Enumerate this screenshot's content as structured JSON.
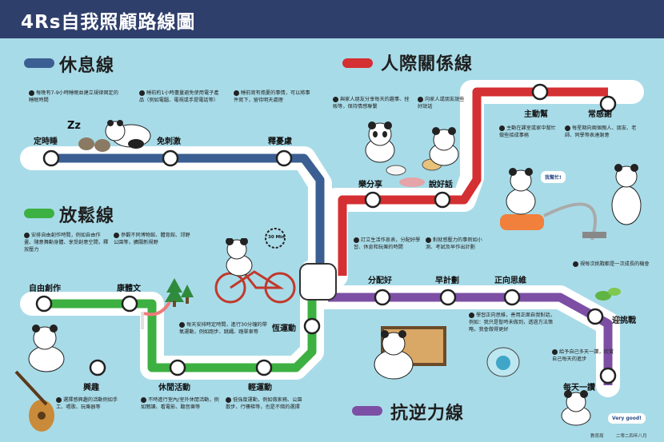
{
  "title": "4Rs自我照顧路線圖",
  "colors": {
    "rest": "#3b5f92",
    "relax": "#3db042",
    "relation": "#d42f32",
    "resilience": "#7c4fa4",
    "bg": "#a8dbe8",
    "header": "#2f3f6b"
  },
  "lines": {
    "rest": {
      "title": "休息線",
      "stations": [
        "定時睡",
        "免刺激",
        "釋憂慮"
      ],
      "notes": [
        "每晚有7-9小時睡眠並建立規律固定的睡眠時間",
        "睡前約1小時盡量避免使用電子產品（例如電腦、電視或手提電話等）",
        "睡前寫有擔憂的事情，可以將事件寫下，留待明天處理"
      ]
    },
    "relax": {
      "title": "放鬆線",
      "stations": [
        "自由創作",
        "康體文",
        "恆運動",
        "興趣",
        "休閒活動",
        "輕運動"
      ],
      "notes": [
        "安排自由創作時間，例如自由作畫、隨意舞動身體、享受創意空間，釋放壓力",
        "參觀不同博物館、體育館、郊野公園等，擴闊新視野",
        "每天安排時定時間，進行30分鐘的帶氧運動，例如跑步、跳繩、踏單車等",
        "選擇感興趣的活動例如手工、唱歌、玩樂器等",
        "不時進行室內/室外休閒活動，例如閱讀、看電影、聽音樂等",
        "低強度運動，例如做家務、公園散步、行樓梯等，也是不錯的選擇"
      ]
    },
    "relation": {
      "title": "人際關係線",
      "stations": [
        "主動幫",
        "常感謝",
        "樂分享",
        "說好話"
      ],
      "notes": [
        "與家人朋友分享每天的趣事、挫販等，保持情感聯繫",
        "向家人或朋友說些好說話",
        "主動在課室或家中幫忙做些接成事務",
        "每星期向兩個親人、朋友、老師、同學等表達謝意"
      ]
    },
    "resilience": {
      "title": "抗逆力線",
      "stations": [
        "分配好",
        "早計劃",
        "正向思維",
        "迎挑戰",
        "每天一讚"
      ],
      "notes": [
        "訂立生活作息表，分配好學習、休息和玩樂的時間",
        "對就感壓力的事例如小測、考試及早作出計劃",
        "學習正向思維，善用正面自我對話，例如：我只是暫時未做到，透過方法策略，我會做得更好",
        "視每次挑戰都是一次成長的機會",
        "給予自己多天一讚，欣賞自己每天的進步"
      ]
    }
  },
  "bubbles": [
    "我幫忙!",
    "Very good!"
  ],
  "footer": {
    "left": "教育局",
    "right": "二零二四年八月"
  },
  "clock_label": "30 Min",
  "zzz": "Zz"
}
